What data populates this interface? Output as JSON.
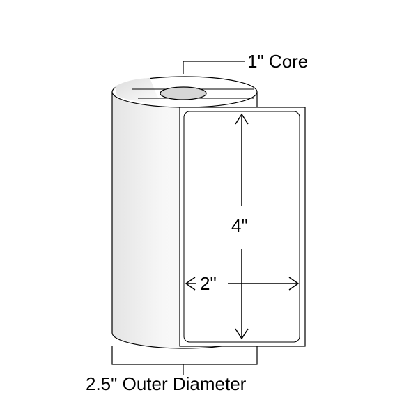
{
  "labels": {
    "core": "1\" Core",
    "height": "4\"",
    "width": "2\"",
    "outer_diameter": "2.5\" Outer Diameter"
  },
  "colors": {
    "stroke": "#000000",
    "background": "#ffffff",
    "roll_shade": "#e6e6e6",
    "core_fill": "#d4d4d4"
  }
}
